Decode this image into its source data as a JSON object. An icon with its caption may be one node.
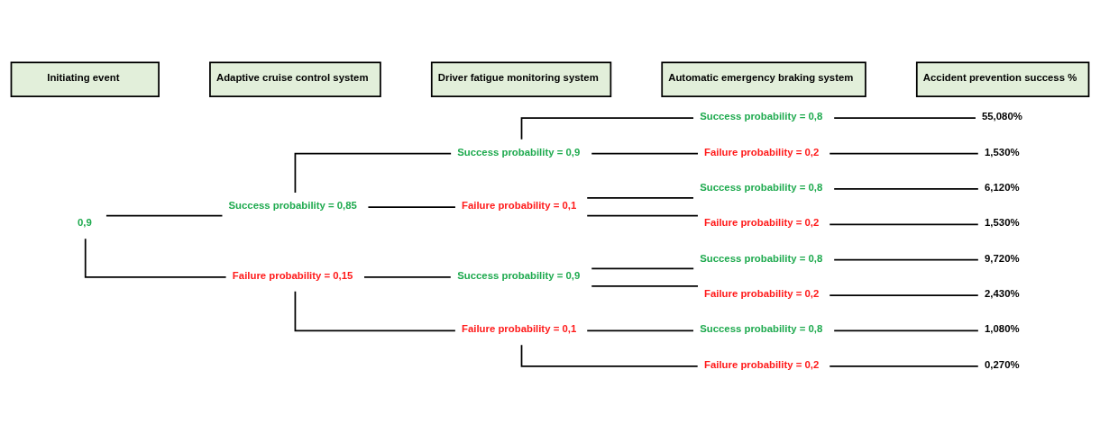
{
  "diagram": {
    "nodes": [
      {
        "text": [
          "Initiating event"
        ]
      },
      {
        "text": [
          "Adaptive cruise control system"
        ]
      },
      {
        "text": [
          "Driver fatigue monitoring system"
        ]
      },
      {
        "text": [
          "Automatic emergency braking system"
        ]
      },
      {
        "text": [
          "Accident prevention success %"
        ]
      },
      {
        "text": [
          "0,9"
        ]
      },
      {
        "text": [
          "Success probability = 0,85"
        ]
      },
      {
        "text": [
          "Failure probability = 0,15"
        ]
      },
      {
        "text": [
          "Success probability = 0,9"
        ]
      },
      {
        "text": [
          "Failure probability = 0,1"
        ]
      },
      {
        "text": [
          "Success probability = 0,9"
        ]
      },
      {
        "text": [
          "Failure probability = 0,1"
        ]
      },
      {
        "text": [
          "Success probability = 0,8"
        ]
      },
      {
        "text": [
          "Failure probability = 0,2"
        ]
      },
      {
        "text": [
          "Success probability = 0,8"
        ]
      },
      {
        "text": [
          "Failure probability = 0,2"
        ]
      },
      {
        "text": [
          "Success probability = 0,8"
        ]
      },
      {
        "text": [
          "Failure probability = 0,2"
        ]
      },
      {
        "text": [
          "Success probability = 0,8"
        ]
      },
      {
        "text": [
          "Failure probability = 0,2"
        ]
      },
      {
        "text": [
          "55,080%"
        ]
      },
      {
        "text": [
          "1,530%"
        ]
      },
      {
        "text": [
          "6,120%"
        ]
      },
      {
        "text": [
          "1,530%"
        ]
      },
      {
        "text": [
          "9,720%"
        ]
      },
      {
        "text": [
          "2,430%"
        ]
      },
      {
        "text": [
          "1,080%"
        ]
      },
      {
        "text": [
          "0,270%"
        ]
      }
    ],
    "edges": [
      {
        "from": 5,
        "to": 6,
        "arrow": "none"
      },
      {
        "from": 5,
        "to": 7,
        "arrow": "none"
      },
      {
        "from": 6,
        "to": 8,
        "arrow": "none"
      },
      {
        "from": 6,
        "to": 9,
        "arrow": "none"
      },
      {
        "from": 7,
        "to": 10,
        "arrow": "none"
      },
      {
        "from": 7,
        "to": 11,
        "arrow": "none"
      },
      {
        "from": 8,
        "to": 12,
        "arrow": "none"
      },
      {
        "from": 8,
        "to": 13,
        "arrow": "none"
      },
      {
        "from": 9,
        "to": 14,
        "arrow": "none"
      },
      {
        "from": 9,
        "to": 15,
        "arrow": "none"
      },
      {
        "from": 10,
        "to": 16,
        "arrow": "none"
      },
      {
        "from": 10,
        "to": 17,
        "arrow": "none"
      },
      {
        "from": 11,
        "to": 18,
        "arrow": "none"
      },
      {
        "from": 11,
        "to": 19,
        "arrow": "none"
      },
      {
        "from": 12,
        "to": 20,
        "arrow": "none"
      },
      {
        "from": 13,
        "to": 21,
        "arrow": "none"
      },
      {
        "from": 14,
        "to": 22,
        "arrow": "none"
      },
      {
        "from": 15,
        "to": 23,
        "arrow": "none"
      },
      {
        "from": 16,
        "to": 24,
        "arrow": "none"
      },
      {
        "from": 17,
        "to": 25,
        "arrow": "none"
      },
      {
        "from": 18,
        "to": 26,
        "arrow": "none"
      },
      {
        "from": 19,
        "to": 27,
        "arrow": "none"
      }
    ]
  }
}
